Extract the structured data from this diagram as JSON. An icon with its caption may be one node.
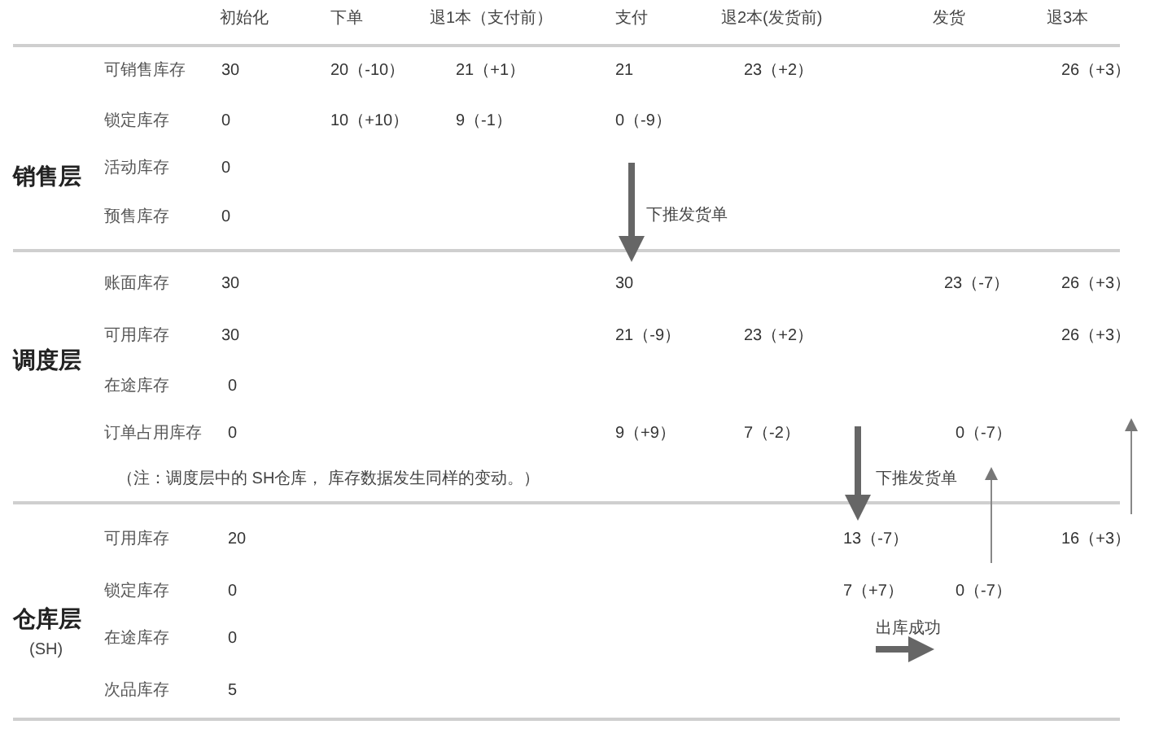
{
  "diagram": {
    "labels": [
      "初始化",
      "下单",
      "退1本（支付前）",
      "支付",
      "退2本(发货前)",
      "发货",
      "退3本",
      "可销售库存",
      "30",
      "20（-10）",
      "21（+1）",
      "21",
      "23（+2）",
      "26（+3）",
      "锁定库存",
      "0",
      "10（+10）",
      "9（-1）",
      "0（-9）",
      "销售层",
      "活动库存",
      "0",
      "预售库存",
      "0",
      "下推发货单",
      "账面库存",
      "30",
      "30",
      "23（-7）",
      "26（+3）",
      "可用库存",
      "30",
      "21（-9）",
      "23（+2）",
      "26（+3）",
      "调度层",
      "在途库存",
      "0",
      "订单占用库存",
      "0",
      "9（+9）",
      "7（-2）",
      "0（-7）",
      "（注：调度层中的 SH仓库， 库存数据发生同样的变动。）",
      "下推发货单",
      "可用库存",
      "20",
      "13（-7）",
      "16（+3）",
      "锁定库存",
      "0",
      "7（+7）",
      "0（-7）",
      "仓库层",
      "(SH)",
      "在途库存",
      "0",
      "出库成功",
      "次品库存",
      "5"
    ]
  }
}
